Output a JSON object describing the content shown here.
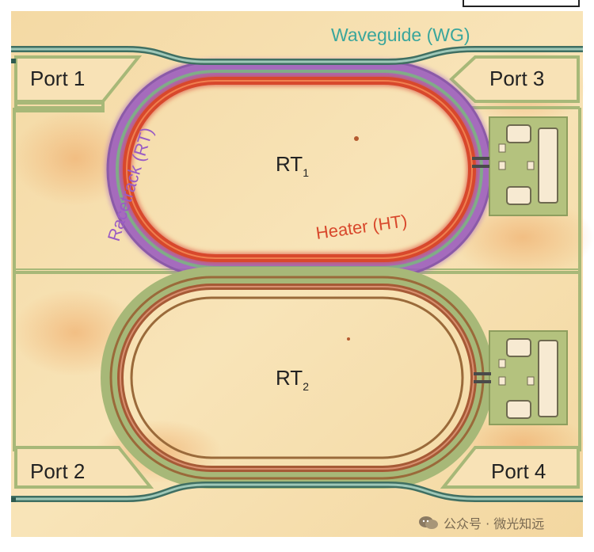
{
  "labels": {
    "waveguide": "Waveguide (WG)",
    "racetrack": "Racetrack (RT)",
    "heater": "Heater (HT)",
    "rt1_main": "RT",
    "rt1_sub": "1",
    "rt2_main": "RT",
    "rt2_sub": "2",
    "port1": "Port 1",
    "port2": "Port 2",
    "port3": "Port 3",
    "port4": "Port 4"
  },
  "watermark": {
    "text": "公众号 · 微光知远"
  },
  "colors": {
    "chip_base": "#f6dca6",
    "waveguide": "#3aa69c",
    "racetrack": "#a060c8",
    "heater": "#d8482c",
    "metal": "#a7b878",
    "pad": "#f7ead2"
  }
}
